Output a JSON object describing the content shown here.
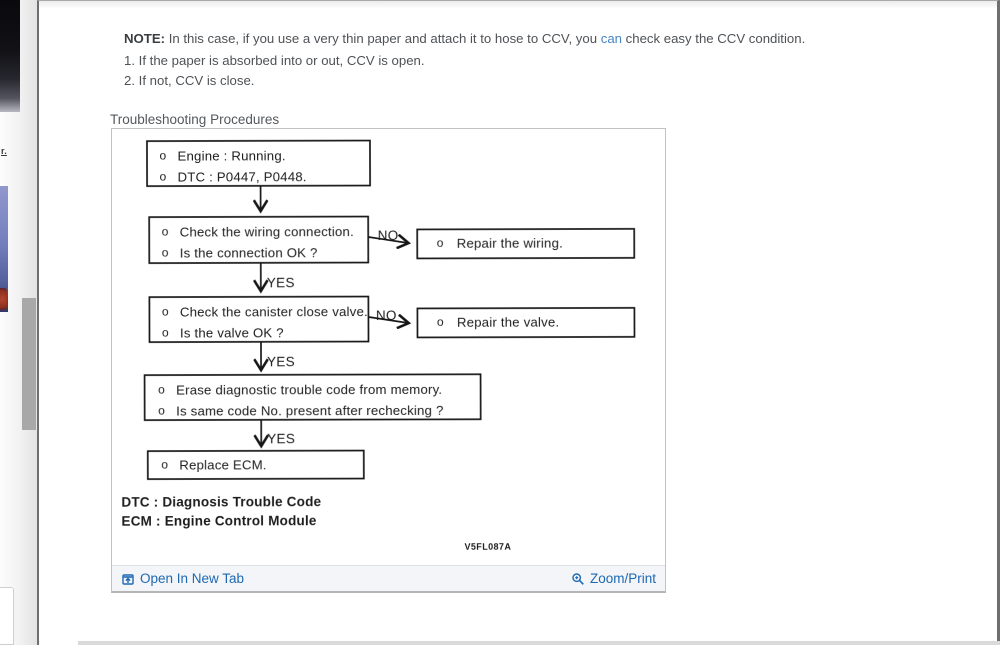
{
  "page": {
    "note_label": "NOTE:",
    "note_before": " In this case, if you use a very thin paper and attach it to hose to CCV, you ",
    "note_link": "can",
    "note_after": " check easy the CCV condition.",
    "list_items": [
      "1. If the paper is absorbed into or out, CCV is open.",
      "2. If not, CCV is close."
    ],
    "section_title": "Troubleshooting Procedures"
  },
  "sidebar": {
    "link_fragment": "r."
  },
  "flowchart": {
    "bullet": "o",
    "no_label": "NO",
    "yes_label": "YES",
    "boxes": [
      {
        "name": "start",
        "lines": [
          "Engine : Running.",
          "DTC : P0447, P0448."
        ]
      },
      {
        "name": "check-wiring",
        "lines": [
          "Check the wiring connection.",
          "Is the connection OK ?"
        ]
      },
      {
        "name": "repair-wiring",
        "lines": [
          "Repair the wiring."
        ]
      },
      {
        "name": "check-valve",
        "lines": [
          "Check the canister close valve.",
          "Is the valve OK ?"
        ]
      },
      {
        "name": "repair-valve",
        "lines": [
          "Repair the valve."
        ]
      },
      {
        "name": "erase-code",
        "lines": [
          "Erase diagnostic trouble code from memory.",
          "Is same code No. present after rechecking ?"
        ]
      },
      {
        "name": "replace-ecm",
        "lines": [
          "Replace ECM."
        ]
      }
    ],
    "legend": [
      "DTC : Diagnosis Trouble Code",
      "ECM : Engine Control Module"
    ],
    "figure_code": "V5FL087A"
  },
  "viewer": {
    "open_in_new_tab": "Open In New Tab",
    "zoom_print": "Zoom/Print"
  },
  "colors": {
    "inline_link": "#4784c4",
    "viewer_link": "#1e68b2",
    "scan_ink": "#191919"
  }
}
